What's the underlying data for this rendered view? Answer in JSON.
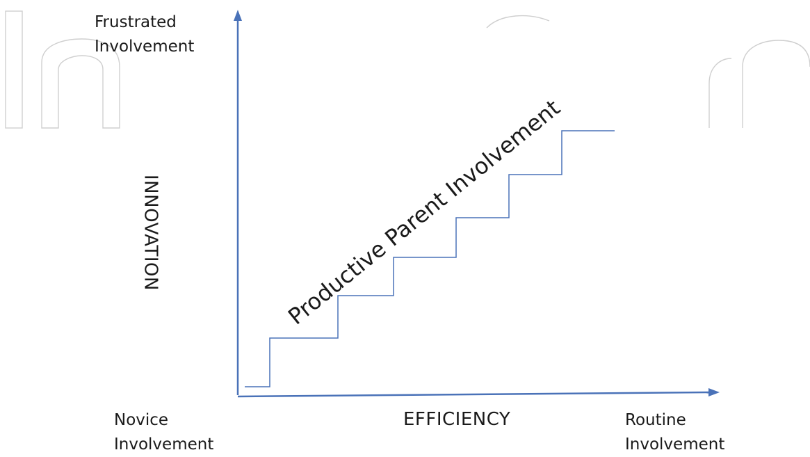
{
  "diagram": {
    "corner_labels": {
      "top_left": "Frustrated\nInvolvement",
      "bottom_left": "Novice\nInvolvement",
      "bottom_right": "Routine\nInvolvement"
    },
    "x_axis_label": "EFFICIENCY",
    "y_axis_label": "INNOVATION",
    "staircase_label": "Productive Parent Involvement",
    "staircase_steps": 6,
    "colors": {
      "axis": "#4a72b8",
      "staircase": "#4a72b8",
      "text": "#1a1a1a",
      "watermark": "#cfcfcf"
    }
  }
}
